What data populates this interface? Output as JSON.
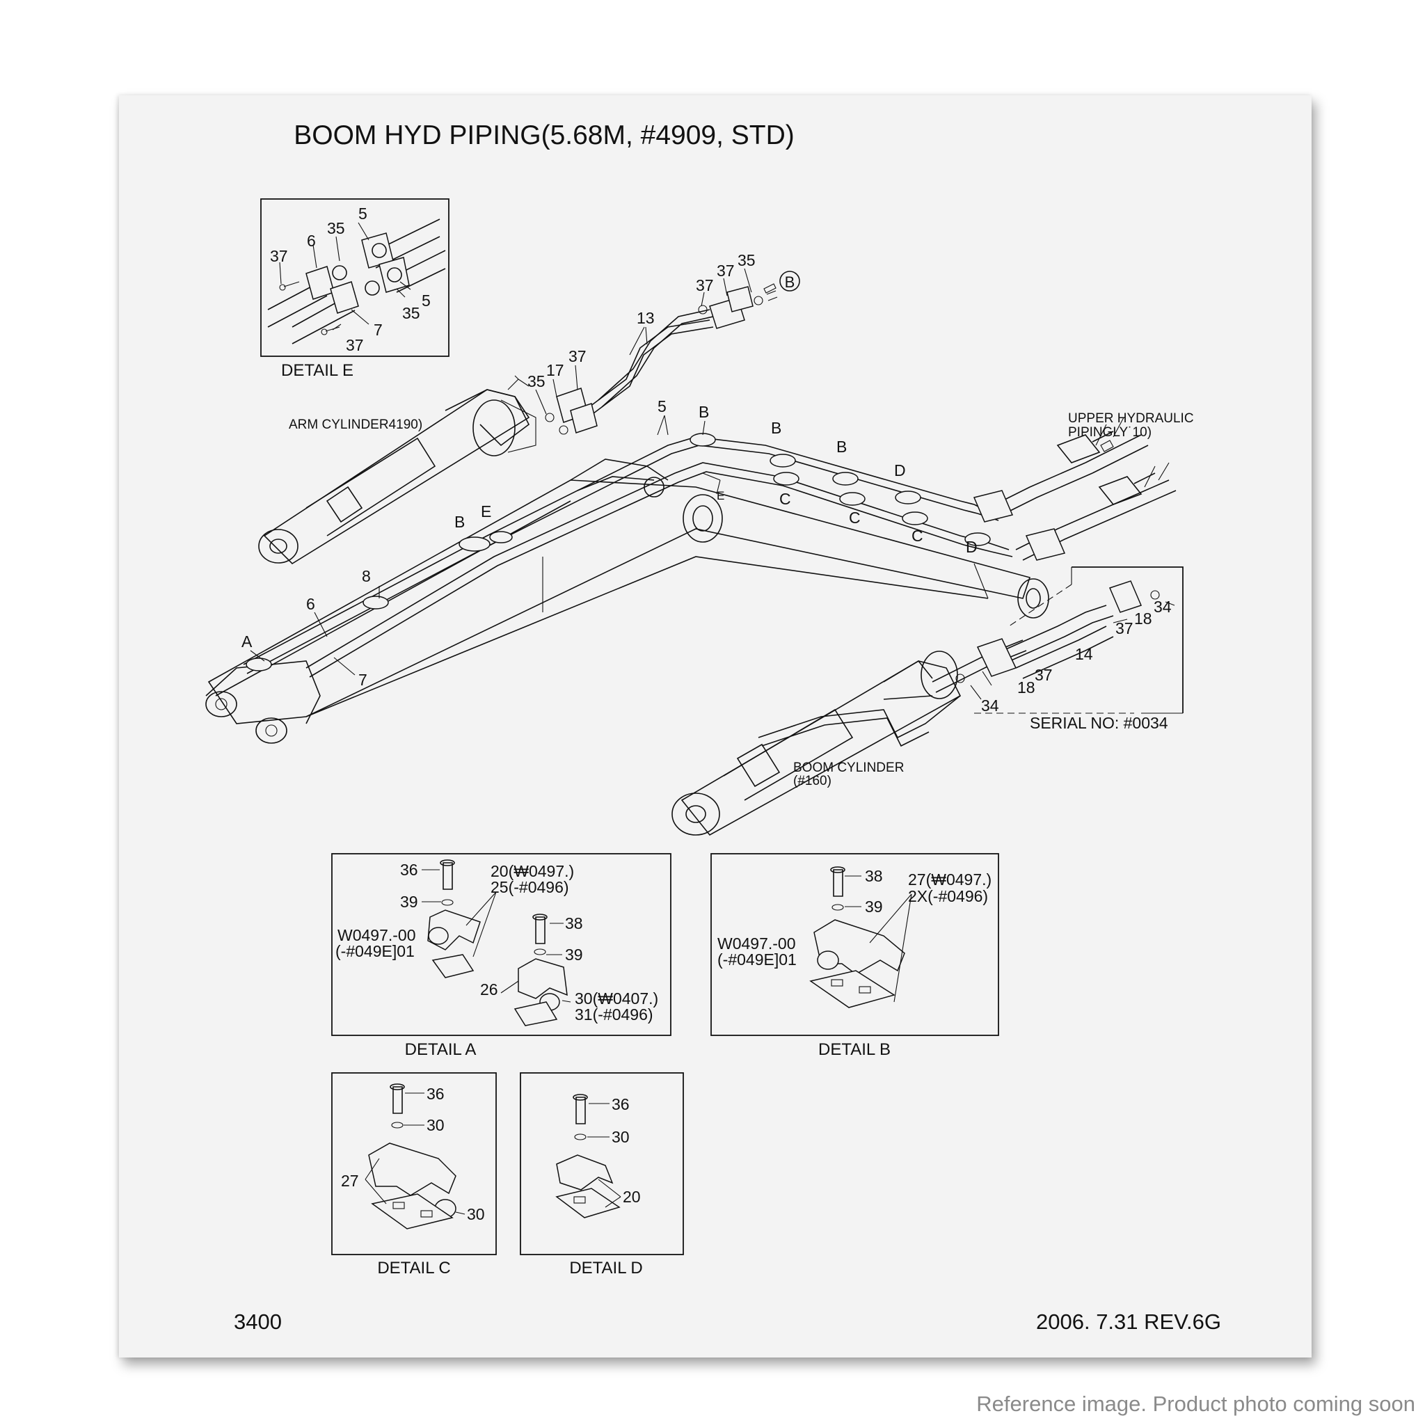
{
  "title": "BOOM HYD PIPING(5.68M,  #4909, STD)",
  "page_number": "3400",
  "revision": "2006. 7.31  REV.6G",
  "notice": "Reference image. Product photo coming soon",
  "labels": {
    "arm_cylinder": "ARM CYLINDER4190)",
    "upper_hyd_1": "UPPER HYDRAULIC",
    "upper_hyd_2": "PIPINGLY˙10)",
    "boom_cyl_1": "BOOM CYLINDER",
    "boom_cyl_2": "(#160)",
    "serial": "SERIAL NO: #0034",
    "circle_b": "B"
  },
  "details": {
    "e": {
      "caption": "DETAIL  E",
      "parts": [
        "5",
        "6",
        "35",
        "37",
        "5",
        "35",
        "7",
        "37"
      ]
    },
    "a": {
      "caption": "DETAIL  A",
      "parts": [
        "36",
        "20(₩0497.)",
        "25(-#0496)",
        "39",
        "W0497.-00",
        "(-#049E]01",
        "38",
        "39",
        "26",
        "30(₩0407.)",
        "31(-#0496)"
      ]
    },
    "b": {
      "caption": "DETAIL  B",
      "parts": [
        "38",
        "27(₩0497.)",
        "2X(-#0496)",
        "39",
        "W0497.-00",
        "(-#049E]01"
      ]
    },
    "c": {
      "caption": "DETAIL  C",
      "parts": [
        "36",
        "30",
        "27",
        "30"
      ]
    },
    "d": {
      "caption": "DETAIL  D",
      "parts": [
        "36",
        "30",
        "20"
      ]
    }
  },
  "callouts": {
    "main": [
      "37",
      "37",
      "35",
      "13",
      "35",
      "17",
      "37",
      "5",
      "B",
      "B",
      "B",
      "D",
      "E",
      "C",
      "C",
      "C",
      "D",
      "B",
      "E",
      "8",
      "6",
      "A",
      "7"
    ],
    "serial_box": [
      "34",
      "18",
      "37",
      "14",
      "37",
      "18",
      "34"
    ]
  }
}
